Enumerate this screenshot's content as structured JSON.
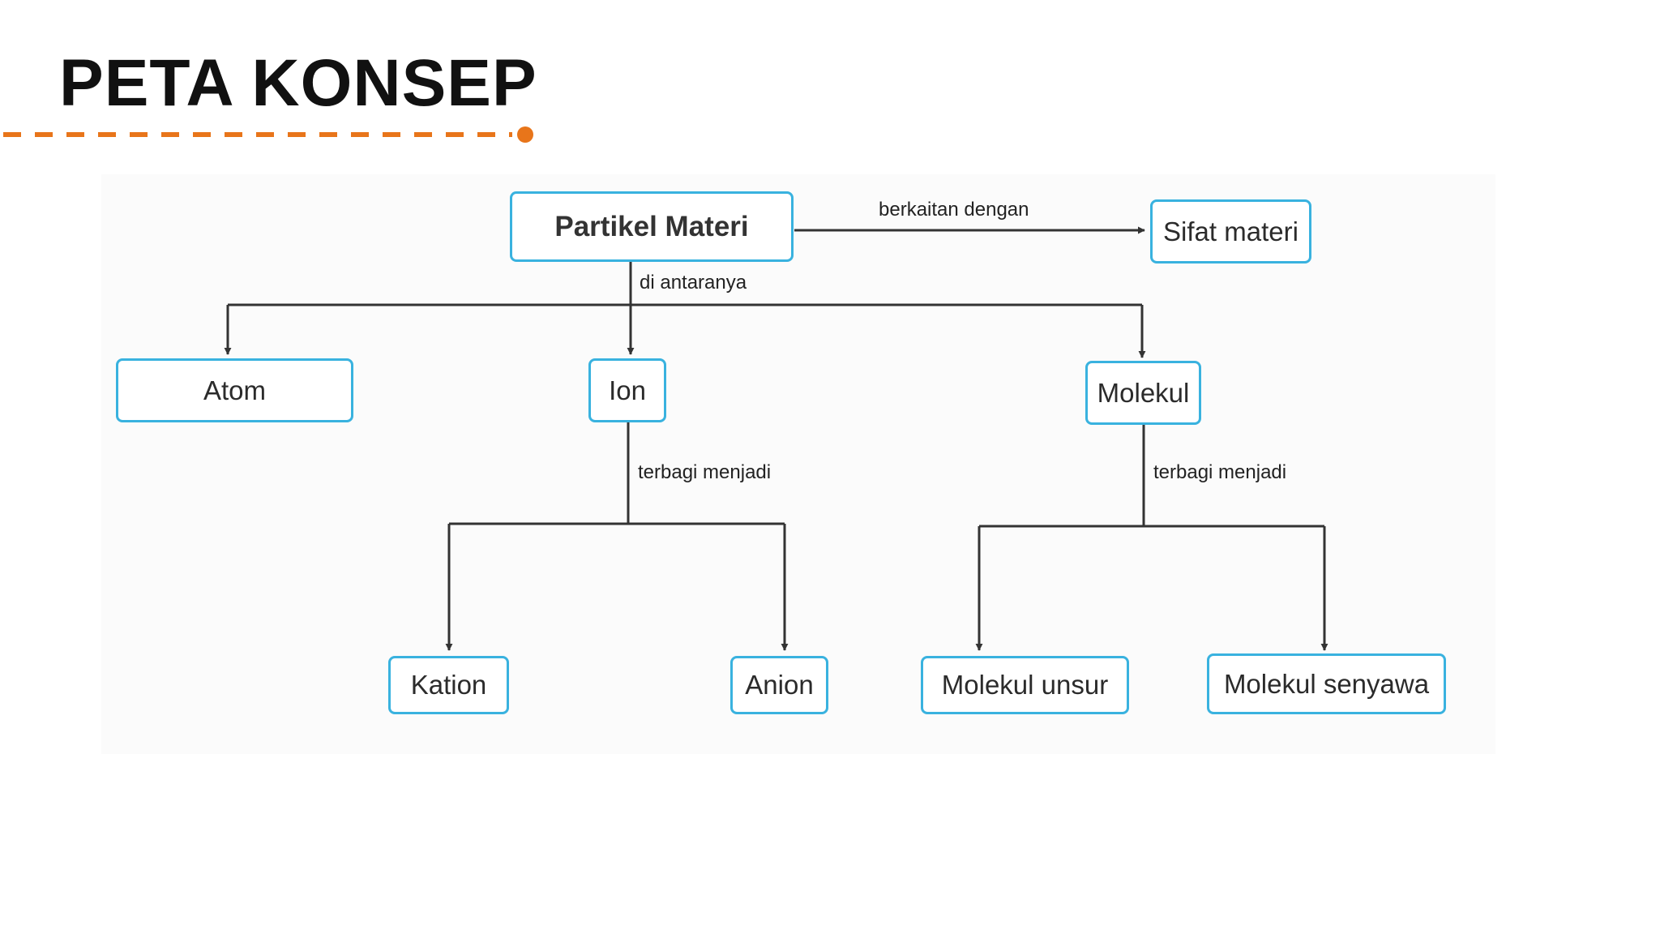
{
  "title": "PETA KONSEP",
  "colors": {
    "accent": "#e8751a",
    "node_border": "#39b2df",
    "line": "#333333",
    "text": "#111111"
  },
  "nodes": {
    "root": "Partikel Materi",
    "properties": "Sifat materi",
    "atom": "Atom",
    "ion": "Ion",
    "molecule": "Molekul",
    "cation": "Kation",
    "anion": "Anion",
    "element_molecule": "Molekul unsur",
    "compound_molecule": "Molekul senyawa"
  },
  "links": {
    "related_to": "berkaitan dengan",
    "among_them": "di antaranya",
    "ion_divided": "terbagi menjadi",
    "molecule_divided": "terbagi menjadi"
  }
}
